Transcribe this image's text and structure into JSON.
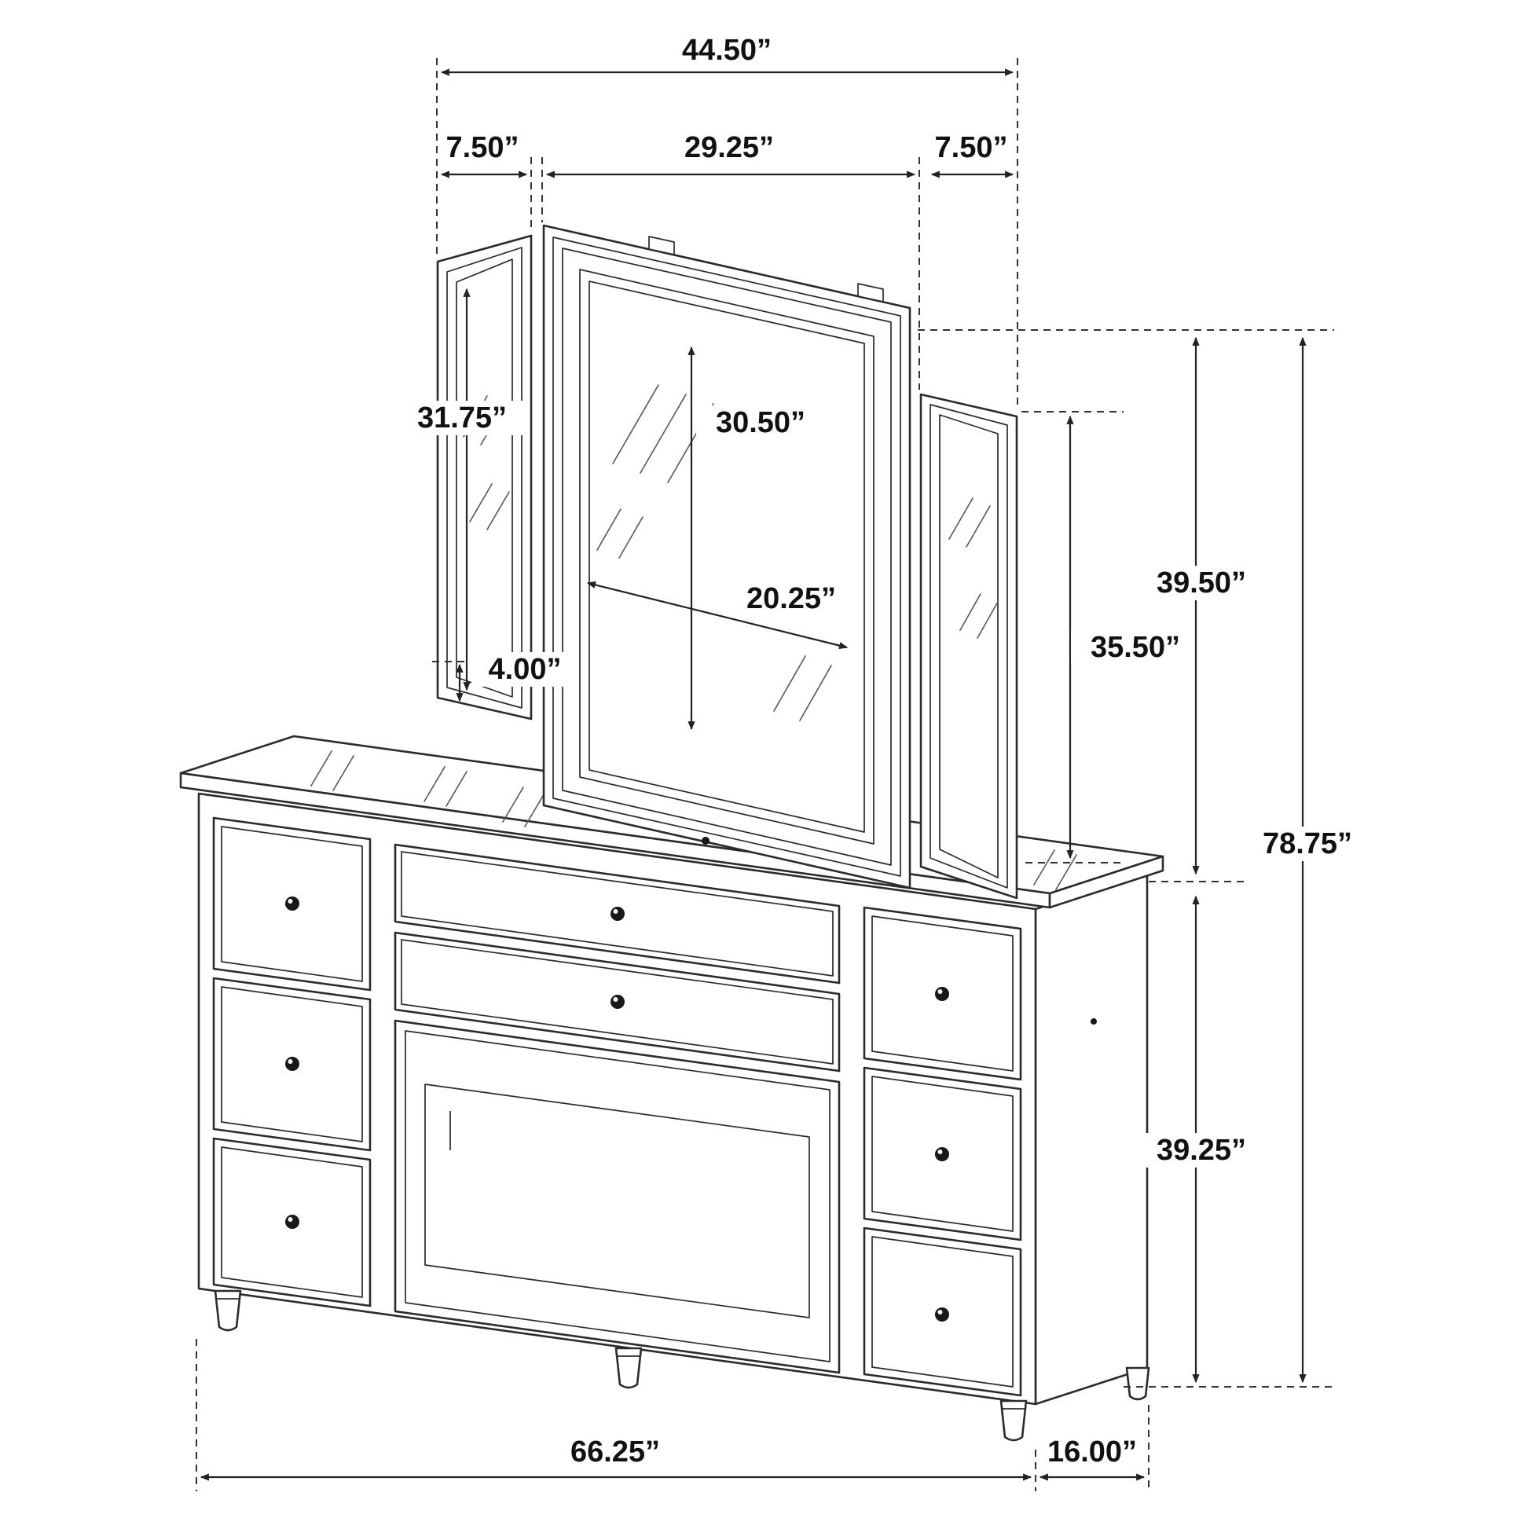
{
  "diagram": {
    "type": "furniture-dimension-drawing",
    "subject": "dresser-with-trifold-vanity-mirror",
    "units": "inches",
    "colors": {
      "line": "#2b2b2b",
      "text": "#111111",
      "background": "#ffffff"
    }
  },
  "dimensions": {
    "mirror_overall_width": "44.50”",
    "mirror_left_panel_width": "7.50”",
    "mirror_center_width": "29.25”",
    "mirror_right_panel_width": "7.50”",
    "mirror_left_panel_height": "31.75”",
    "mirror_center_glass_height": "30.50”",
    "mirror_center_glass_width": "20.25”",
    "mirror_panel_bottom_gap": "4.00”",
    "mirror_right_panel_height": "35.50”",
    "mirror_total_height": "39.50”",
    "overall_height": "78.75”",
    "dresser_height": "39.25”",
    "dresser_width": "66.25”",
    "dresser_depth": "16.00”"
  }
}
